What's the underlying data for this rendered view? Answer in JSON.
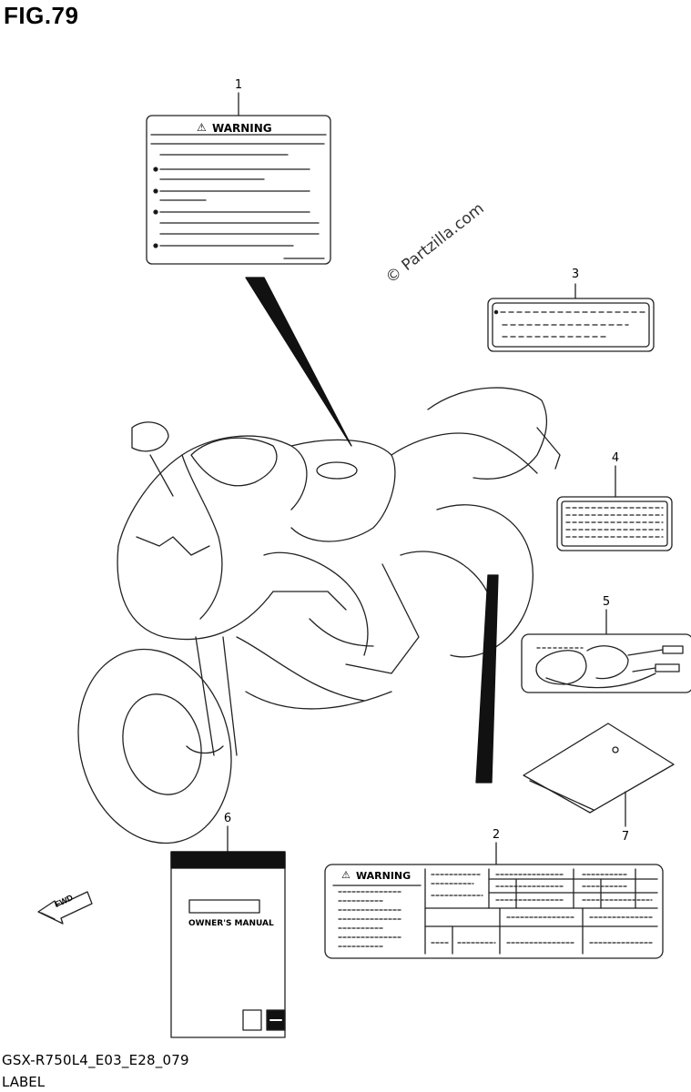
{
  "figure": {
    "title": "FIG.79",
    "watermark": "© Partzilla.com",
    "model_code": "GSX-R750L4_E03_E28_079",
    "section_name": "LABEL"
  },
  "callouts": [
    "1",
    "2",
    "3",
    "4",
    "5",
    "6",
    "7"
  ],
  "labels": {
    "warning_heading": "WARNING",
    "owners_manual_title": "OWNER'S MANUAL",
    "fwd_arrow_text": "FWD"
  }
}
